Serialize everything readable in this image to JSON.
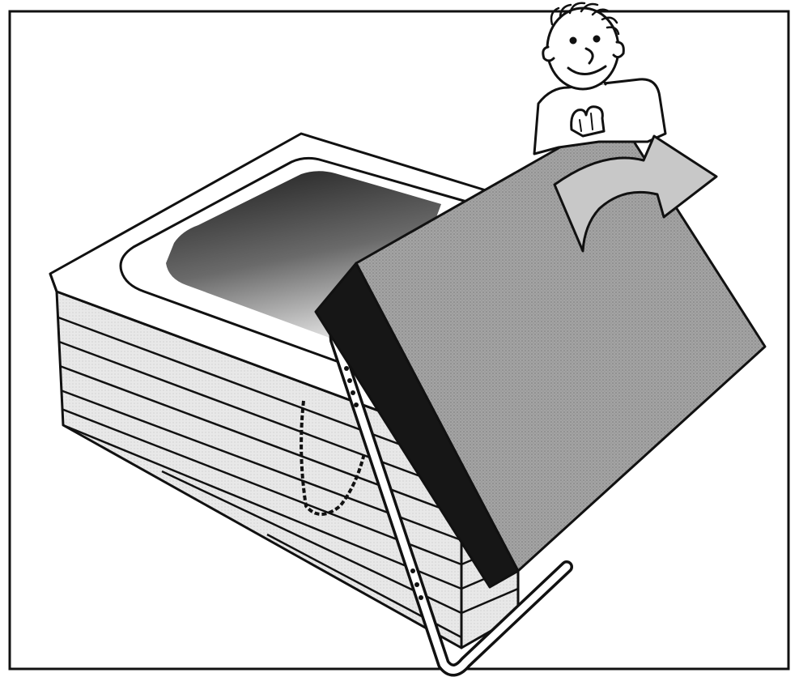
{
  "illustration": {
    "subject": "",
    "colors": {
      "ink": "#111111",
      "paper": "#ffffff",
      "cover_gray": "#9a9a9a",
      "cover_edge": "#1a1a1a",
      "water_dark": "#2a2a2a",
      "water_light": "#d9d9d9",
      "siding": "#e2e2e2",
      "arrow_fill": "#c8c8c8"
    },
    "elements": {
      "frame": "border-frame",
      "person": "smiling-person",
      "hot_tub": "hot-tub",
      "cover": "folded-cover",
      "arrow": "curved-arrow",
      "lifter": "cover-lifter-arm",
      "chain": "hanging-chain"
    }
  }
}
